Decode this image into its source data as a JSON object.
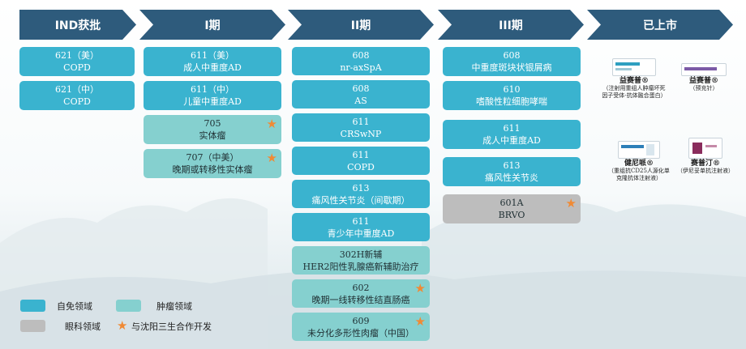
{
  "phases": [
    "IND获批",
    "I期",
    "II期",
    "III期",
    "已上市"
  ],
  "colors": {
    "immune": "#3ab3cf",
    "oncology": "#85d0cf",
    "ophthalmology": "#bdbdbd",
    "star": "#f08a34",
    "arrow": "#2e5b7c"
  },
  "ind": [
    {
      "code": "621（美）",
      "name": "COPD"
    },
    {
      "code": "621（中）",
      "name": "COPD"
    }
  ],
  "phase1": [
    {
      "code": "611（美）",
      "name": "成人中重度AD"
    },
    {
      "code": "611（中）",
      "name": "儿童中重度AD"
    },
    {
      "code": "705",
      "name": "实体瘤"
    },
    {
      "code": "707（中美）",
      "name": "晚期或转移性实体瘤"
    }
  ],
  "phase2": [
    {
      "code": "608",
      "name": "nr-axSpA"
    },
    {
      "code": "608",
      "name": "AS"
    },
    {
      "code": "611",
      "name": "CRSwNP"
    },
    {
      "code": "611",
      "name": "COPD"
    },
    {
      "code": "613",
      "name": "痛风性关节炎（间歇期）"
    },
    {
      "code": "611",
      "name": "青少年中重度AD"
    },
    {
      "code": "302H新辅",
      "name": "HER2阳性乳腺癌新辅助治疗"
    },
    {
      "code": "602",
      "name": "晚期一线转移性结直肠癌"
    },
    {
      "code": "609",
      "name": "未分化多形性肉瘤（中国）"
    }
  ],
  "phase3": [
    {
      "code": "608",
      "name": "中重度斑块状银屑病"
    },
    {
      "code": "610",
      "name": "嗜酸性粒细胞哮喘"
    },
    {
      "code": "611",
      "name": "成人中重度AD"
    },
    {
      "code": "613",
      "name": "痛风性关节炎"
    },
    {
      "code": "601A",
      "name": "BRVO"
    }
  ],
  "marketed": [
    {
      "name": "益赛普®",
      "desc": "（注射用重组人肿瘤坏死因子受体-抗体融合蛋白）",
      "icon": "drug-box-icon"
    },
    {
      "name": "益赛普®",
      "desc": "（预充针）",
      "icon": "drug-box-icon"
    },
    {
      "name": "健尼哌®",
      "desc": "（重组抗CD25人源化单克隆抗体注射液）",
      "icon": "drug-box-icon"
    },
    {
      "name": "赛普汀®",
      "desc": "（伊尼妥单抗注射液）",
      "icon": "drug-box-icon"
    }
  ],
  "legend": {
    "immune": "自免领域",
    "oncology": "肿瘤领域",
    "ophthalmology": "眼科领域",
    "partner": "与沈阳三生合作开发"
  },
  "star_glyph": "★"
}
